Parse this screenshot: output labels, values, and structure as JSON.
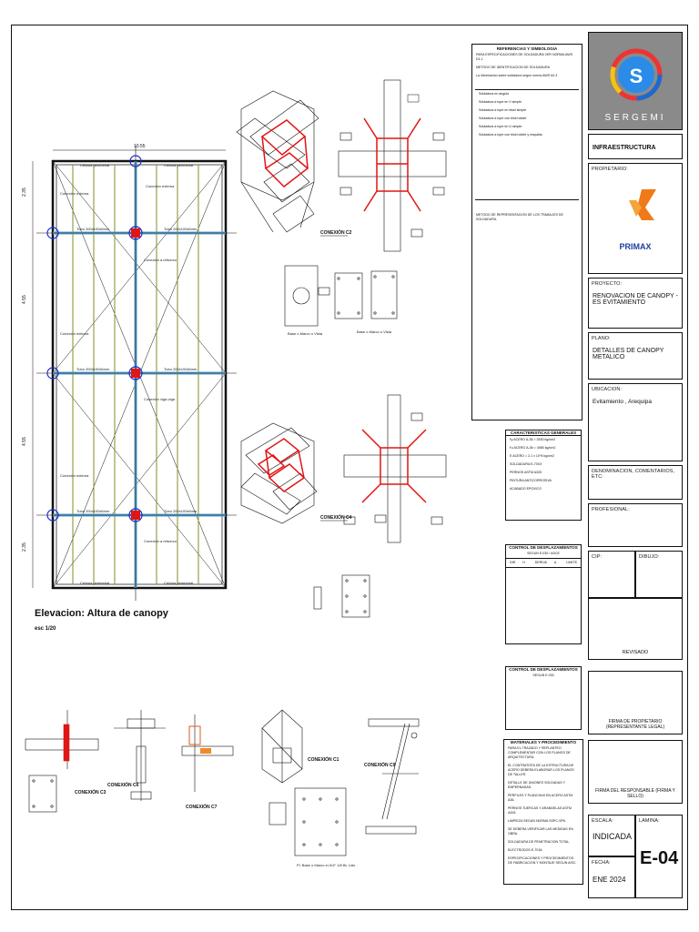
{
  "elevation": {
    "title": "Elevacion: Altura de canopy",
    "scale": "esc 1/20",
    "dim_top": "10.55",
    "dims_left": [
      "2.35",
      "4.55",
      "4.55",
      "2.35"
    ],
    "labels": {
      "perimeter": "Celosia perimetral",
      "exterior": "Conexión externa",
      "tube": "Tubo 200x100x6mm",
      "reinforce": "Conexión a refuerzo",
      "edge": "Conexión viga-viga"
    }
  },
  "connections": {
    "c2": "CONEXIÓN C2",
    "c4": "CONEXIÓN C4",
    "c1": "CONEXIÓN C1",
    "c3": "CONEXIÓN C3",
    "c6": "CONEXIÓN C6",
    "c7": "CONEXIÓN C7",
    "c9": "CONEXIÓN C9"
  },
  "plates": {
    "plate_note": "Base o Marco o Vista",
    "plate_note2": "Pl. Base o Marco e=3/4\" 1/8 BL Lido"
  },
  "notes_top": {
    "heading": "REFERENCIAS Y SIMBOLOGIA",
    "lines": [
      "PARA ESPECIFICACIONES DE SOLDADURA VER NORMA AWS D1.1",
      "METODO DE IDENTIFICACION DE SOLDADURA",
      "La información sobre soldadura según norma AWS A2.4",
      "Soldadura en ángulo",
      "Soldadura a tope en V simple",
      "Soldadura a tope en bisel simple",
      "Soldadura a tope con bisel doble",
      "Soldadura a tope en U simple",
      "Soldadura a tope con bisel doble y respaldo",
      "METODO DE REPRESENTACION DE LOS TRABAJOS DE SOLDADURA"
    ]
  },
  "specs": {
    "heading": "CARACTERISTICAS GENERALES",
    "rows": [
      "f'y ACERO A-36 = 2530 kg/cm2",
      "f'u ACERO A-36 = 4080 kg/cm2",
      "E ACERO = 2.1 x 10^6 kg/cm2",
      "SOLDADURA E-70XX",
      "PERNOS ASTM A325",
      "PINTURA ANTICORROSIVA",
      "ACABADO EPOXICO"
    ]
  },
  "control1": {
    "heading": "CONTROL DE DESPLAZAMIENTOS",
    "sub": "SEGUN E.030 / ASCE",
    "cols": [
      "DIR",
      "H",
      "DERIVA",
      "Δ",
      "LIMITE"
    ]
  },
  "control2": {
    "heading": "CONTROL DE DESPLAZAMIENTOS",
    "sub": "SEGUN E.030"
  },
  "materials": {
    "heading": "MATERIALES Y PROCEDIMIENTO",
    "items": [
      "PARA EL TRAZADO Y REPLANTEO COMPLEMENTAR CON LOS PLANOS DE ARQUITECTURA.",
      "EL CONTRATISTA DE LA ESTRUCTURA DE ACERO DEBERA ELABORAR LOS PLANOS DE TALLER.",
      "DETALLE DE UNIONES SOLDADAS Y EMPERNADAS.",
      "PERFILES Y PLANCHAS EN ACERO ASTM A36.",
      "PERNOS TUERCAS Y ARANDELAS ASTM A325.",
      "LIMPIEZA SEGUN NORMA SSPC-SP6.",
      "SE DEBERA VERIFICAR LAS MEDIDAS EN OBRA.",
      "SOLDADURA DE PENETRACION TOTAL.",
      "ELECTRODOS E-7018.",
      "ESPECIFICACIONES Y PROCEDIMIENTOS DE FABRICACION Y MONTAJE SEGUN AISC."
    ]
  },
  "title_block": {
    "company": "SERGEMI",
    "infra": "INFRAESTRUCTURA",
    "owner_label": "PROPIETARIO:",
    "owner_brand": "PRIMAX",
    "project_label": "PROYECTO:",
    "project_value": "RENOVACION DE CANOPY - ES EVITAMIENTO",
    "plan_label": "PLANO:",
    "plan_value": "DETALLES DE CANOPY METALICO",
    "location_label": "UBICACION:",
    "location_value": "Evitamiento , Arequipa",
    "denom_label": "DENOMINACION, COMENTARIOS, ETC:",
    "professional_label": "PROFESIONAL:",
    "cip_label": "CIP:",
    "drawing_label": "DIBUJO:",
    "reviewed_label": "REVISADO",
    "owner_sign_label": "FIRMA DE PROPIETARIO (REPRESENTANTE LEGAL)",
    "resp_sign_label": "FIRMA DEL RESPONSABLE (FIRMA Y SELLO)",
    "scale_label": "ESCALA:",
    "scale_value": "INDICADA",
    "sheet_label": "LAMINA:",
    "sheet_value": "E-04",
    "date_label": "FECHA:",
    "date_value": "ENE 2024"
  },
  "colors": {
    "red": "#e01515",
    "blue": "#1a2ecc",
    "olive": "#8a8a2a",
    "steelblue": "#5aa0d0",
    "primax_orange": "#f07a1a",
    "primax_blue": "#1f3f9a"
  }
}
